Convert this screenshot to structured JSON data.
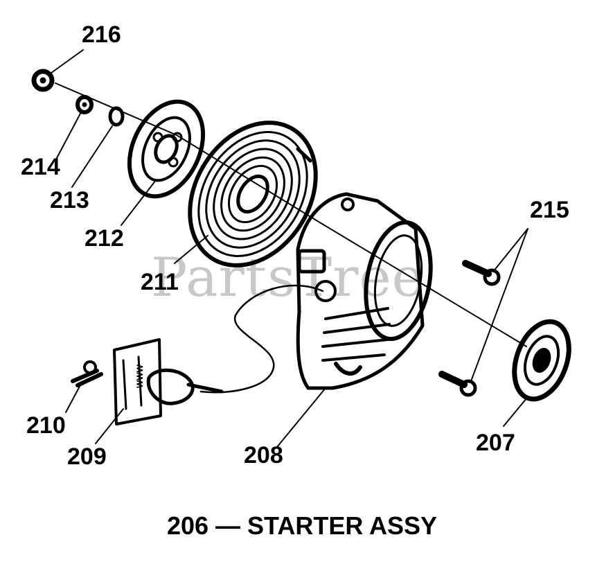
{
  "callouts": {
    "c216": "216",
    "c214": "214",
    "c213": "213",
    "c212": "212",
    "c211": "211",
    "c215": "215",
    "c210": "210",
    "c209": "209",
    "c208": "208",
    "c207": "207"
  },
  "watermark": "PartsTree",
  "caption": "206 — STARTER ASSY",
  "decal_text": "WWW",
  "colors": {
    "ink": "#000000",
    "paper": "#ffffff",
    "watermark": "#c8c8c8"
  }
}
